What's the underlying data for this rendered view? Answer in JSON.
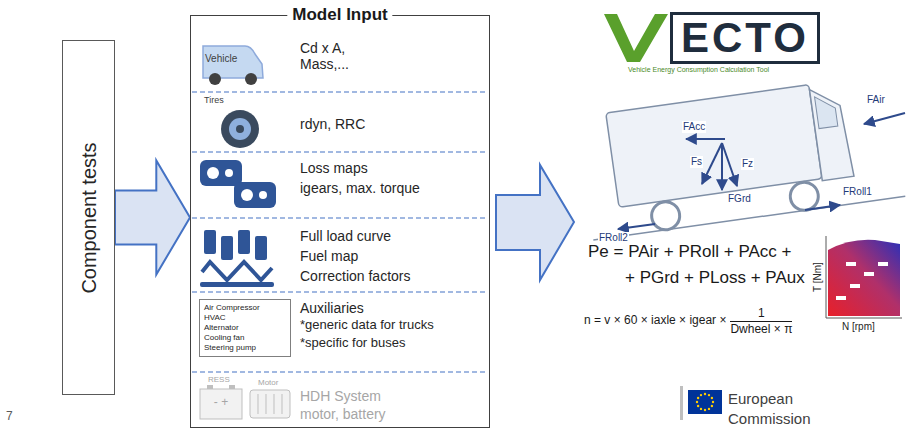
{
  "diagram": {
    "nodes": [
      {
        "text": [
          "Component tests"
        ]
      },
      {
        "text": [
          "Model Input"
        ]
      },
      {
        "text": [
          "Vehicle"
        ],
        "in": 1
      },
      {
        "text": [
          "Air Compressor",
          "HVAC",
          "Alternator",
          "Cooling fan",
          "Steering pump"
        ],
        "in": 1
      }
    ],
    "edges": [
      {
        "from": 0,
        "to": 1,
        "arrow": "to"
      }
    ],
    "labels": [
      "7",
      "Cd x A, Mass,...",
      "Tires",
      "rdyn, RRC",
      "Loss maps",
      "igears, max. torque",
      "Full load curve",
      "Fuel map",
      "Correction factors",
      "Auxiliaries",
      "*generic data for trucks",
      "*specific for buses",
      "RESS",
      "Motor",
      "- +",
      "HDH System",
      "motor, battery",
      "ECTO",
      "Vehicle Energy Consumption Calculation Tool",
      "FAir",
      "FAcc",
      "Fs",
      "Fz",
      "FGrd",
      "FRoll1",
      "FRoll2",
      "Pe = PAir + PRoll + PAcc +",
      "+ PGrd + PLoss + PAux",
      "n = v × 60 × iaxle × igear ×",
      "1",
      "Dwheel × π",
      "T [Nm]",
      "N [rpm]",
      "European",
      "Commission"
    ]
  }
}
